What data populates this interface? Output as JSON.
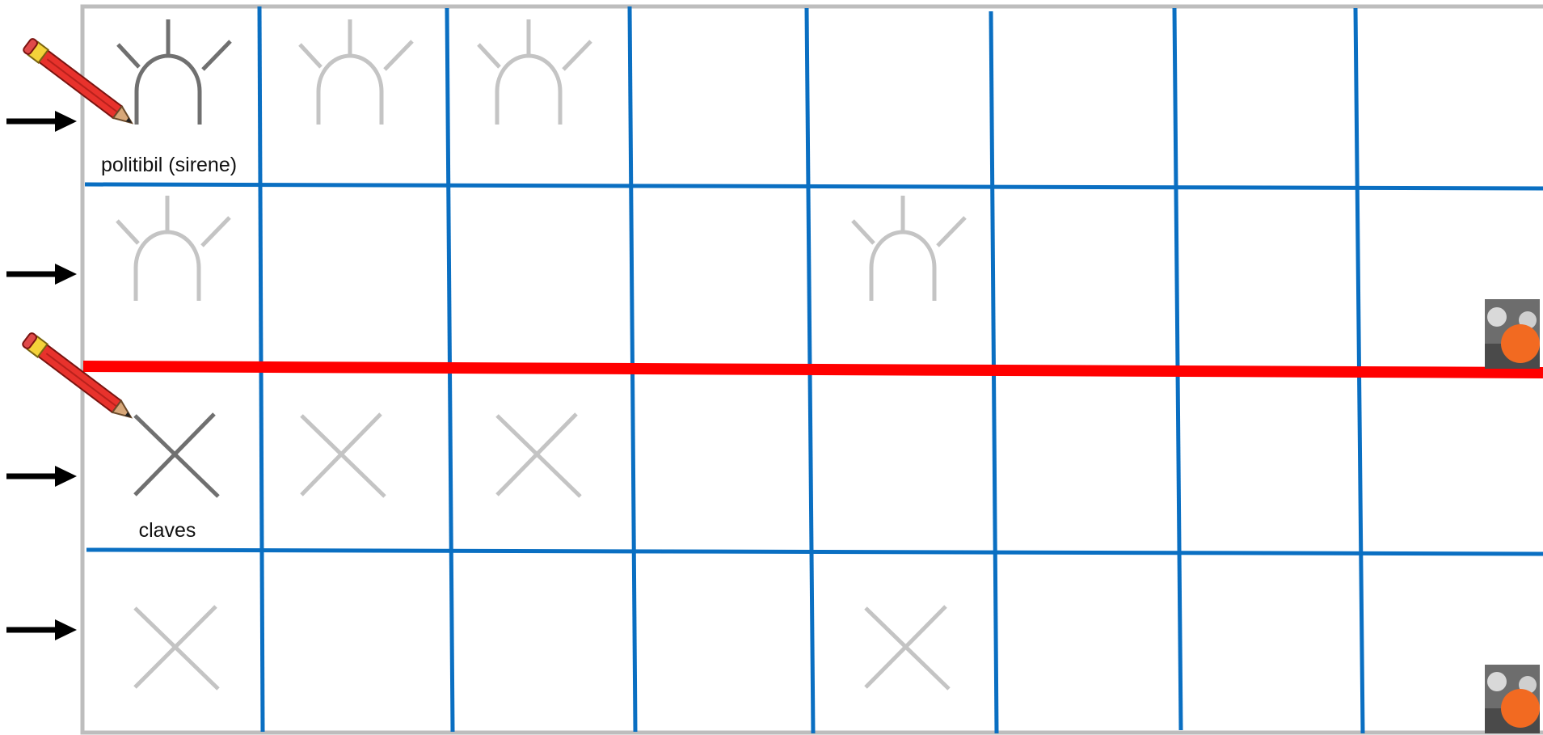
{
  "labels": {
    "row1": "politibil (sirene)",
    "row3": "claves"
  },
  "colors": {
    "grid": "#0a6fc2",
    "frame": "#bdbdbd",
    "separator": "#ff0000",
    "symbol_dark": "#707070",
    "symbol_light": "#c4c4c4",
    "arrow": "#000000",
    "pencil": "#e8322c"
  },
  "rows": [
    {
      "id": "siren-row-a",
      "symbol": "siren-icon",
      "highlighted_cells": [
        1,
        2,
        3
      ],
      "has_pencil": true
    },
    {
      "id": "siren-row-b",
      "symbol": "siren-icon",
      "highlighted_cells": [
        1,
        5
      ],
      "has_pencil": false
    },
    {
      "id": "claves-row-a",
      "symbol": "cross-icon",
      "highlighted_cells": [
        1,
        2,
        3
      ],
      "has_pencil": true
    },
    {
      "id": "claves-row-b",
      "symbol": "cross-icon",
      "highlighted_cells": [
        1,
        5
      ],
      "has_pencil": false
    }
  ],
  "columns_per_row": 8
}
